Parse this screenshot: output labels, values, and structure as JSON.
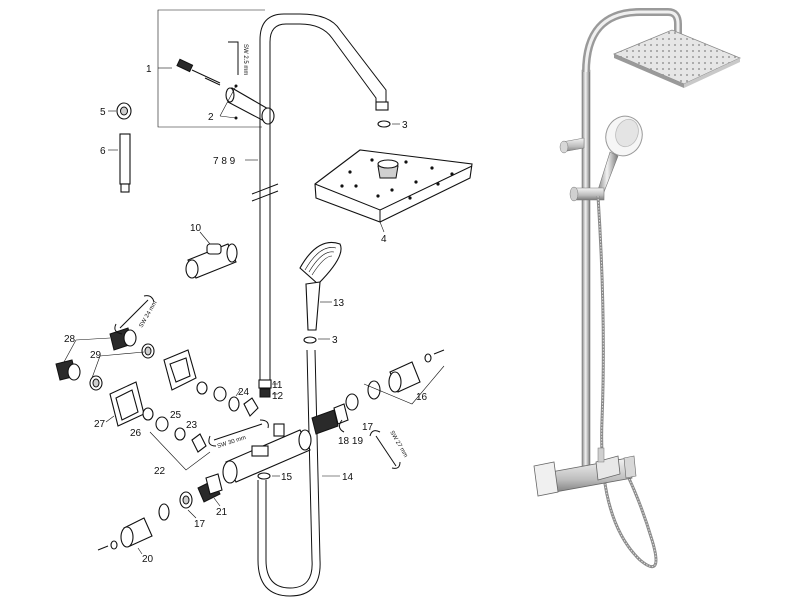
{
  "diagram": {
    "callouts": {
      "n1": "1",
      "n2": "2",
      "n3a": "3",
      "n3b": "3",
      "n4": "4",
      "n5": "5",
      "n6": "6",
      "n789": "7 8 9",
      "n10": "10",
      "n11": "11",
      "n12": "12",
      "n13": "13",
      "n14": "14",
      "n15": "15",
      "n16": "16",
      "n17a": "17",
      "n17b": "17",
      "n1819": "18 19",
      "n20": "20",
      "n21": "21",
      "n22": "22",
      "n23": "23",
      "n24": "24",
      "n25": "25",
      "n26": "26",
      "n27": "27",
      "n28": "28",
      "n29": "29"
    },
    "tool_labels": {
      "sw25": "SW 2.5 mm",
      "sw24": "SW 24 mm",
      "sw30": "SW 30 mm",
      "sw27": "SW 27 mm"
    }
  },
  "colors": {
    "line": "#111111",
    "chrome_light": "#f2f2f2",
    "chrome_dark": "#8a8a8a"
  }
}
